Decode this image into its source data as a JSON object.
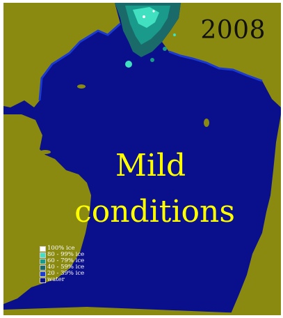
{
  "map": {
    "year": "2008",
    "headline_line1": "Mild",
    "headline_line2": "conditions",
    "headline_color": "#ffff00",
    "land_color": "#8a8a10",
    "water_color": "#0a0f8c"
  },
  "legend": {
    "items": [
      {
        "label": "100% ice",
        "color": "#ffffff"
      },
      {
        "label": "80 - 99% ice",
        "color": "#40e0c0"
      },
      {
        "label": "60 - 79% ice",
        "color": "#1a9a8a"
      },
      {
        "label": "40 - 59% ice",
        "color": "#1a6a6a"
      },
      {
        "label": "20 - 39% ice",
        "color": "#1a3ad0"
      },
      {
        "label": "water",
        "color": "#0a0f8c"
      }
    ]
  }
}
